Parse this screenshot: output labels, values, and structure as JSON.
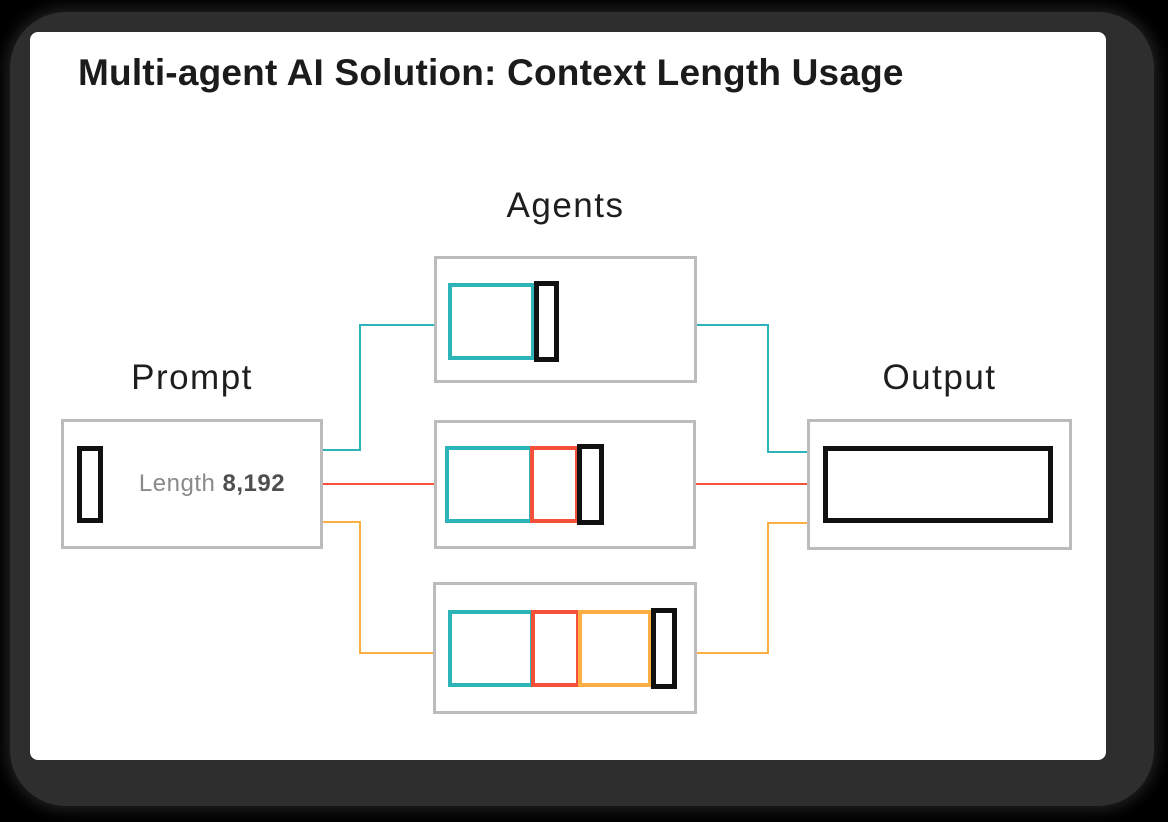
{
  "title": "Multi-agent AI Solution: Context Length Usage",
  "labels": {
    "prompt": "Prompt",
    "agents": "Agents",
    "output": "Output"
  },
  "prompt_box": {
    "length_label": "Length ",
    "length_value": "8,192"
  },
  "colors": {
    "teal": "#2CB4B8",
    "red": "#F4503A",
    "orange": "#FBAE42",
    "box_border_gray": "#BCBCBC",
    "segment_black": "#111111",
    "card_background": "#FFFFFF",
    "outer_frame": "#2E2E2E",
    "page_background": "#000000",
    "length_label_text": "#8A8A8A",
    "length_value_text": "#4F4F4F"
  },
  "diagram": {
    "nodes": {
      "prompt": {
        "label": "Prompt",
        "context_length": "8,192",
        "segments": [
          {
            "color": "black",
            "relative_width": "small"
          }
        ]
      },
      "agents": [
        {
          "name": "agent-1",
          "segments": [
            {
              "color": "teal",
              "relative_width": "wide"
            },
            {
              "color": "black",
              "relative_width": "narrow"
            }
          ]
        },
        {
          "name": "agent-2",
          "segments": [
            {
              "color": "teal",
              "relative_width": "wide"
            },
            {
              "color": "red",
              "relative_width": "medium"
            },
            {
              "color": "black",
              "relative_width": "narrow"
            }
          ]
        },
        {
          "name": "agent-3",
          "segments": [
            {
              "color": "teal",
              "relative_width": "wide"
            },
            {
              "color": "red",
              "relative_width": "medium"
            },
            {
              "color": "orange",
              "relative_width": "medium"
            },
            {
              "color": "black",
              "relative_width": "narrow"
            }
          ]
        }
      ],
      "output": {
        "label": "Output",
        "segments": [
          {
            "color": "black",
            "relative_width": "full"
          }
        ]
      }
    },
    "connections": [
      {
        "from": "prompt",
        "to": "agent-1",
        "color": "teal"
      },
      {
        "from": "prompt",
        "to": "agent-2",
        "color": "red"
      },
      {
        "from": "prompt",
        "to": "agent-3",
        "color": "orange"
      },
      {
        "from": "agent-1",
        "to": "output",
        "color": "teal"
      },
      {
        "from": "agent-2",
        "to": "output",
        "color": "red"
      },
      {
        "from": "agent-3",
        "to": "output",
        "color": "orange"
      }
    ]
  }
}
